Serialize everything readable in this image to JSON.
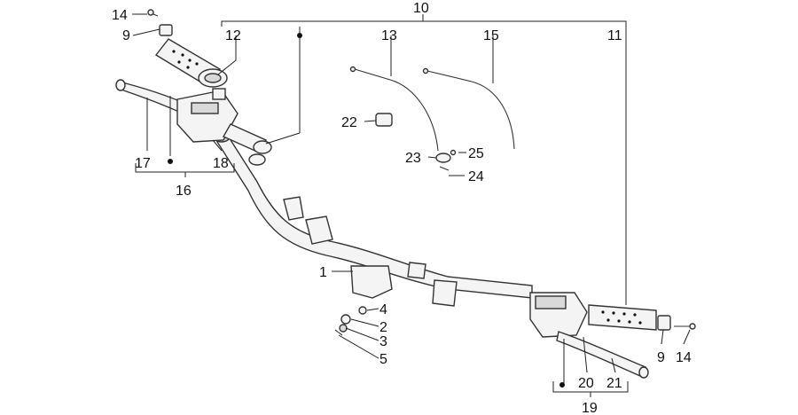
{
  "diagram": {
    "labels": {
      "p1": "1",
      "p2": "2",
      "p3": "3",
      "p4": "4",
      "p5": "5",
      "p9_left": "9",
      "p9_right": "9",
      "p10": "10",
      "p11": "11",
      "p12": "12",
      "p13": "13",
      "p14_left": "14",
      "p14_right": "14",
      "p15": "15",
      "p16": "16",
      "p17": "17",
      "p18": "18",
      "p19": "19",
      "p20": "20",
      "p21": "21",
      "p22": "22",
      "p23": "23",
      "p24": "24",
      "p25": "25"
    }
  }
}
